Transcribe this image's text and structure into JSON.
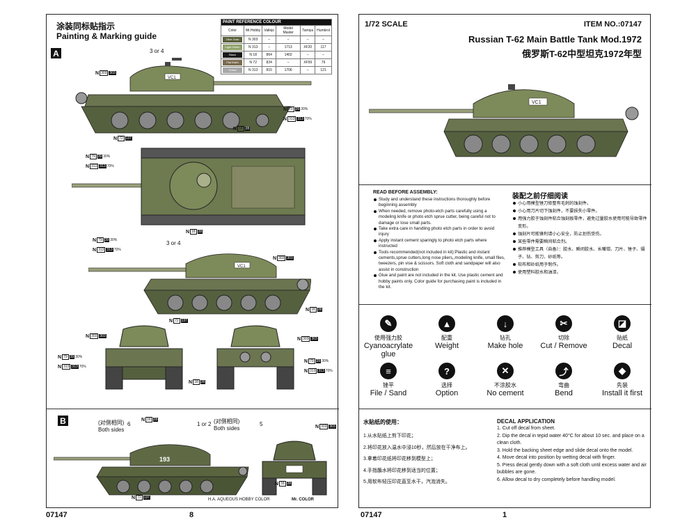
{
  "left": {
    "title_cn": "涂装同标贴指示",
    "title_en": "Painting & Marking guide",
    "section_a": "A",
    "section_b": "B",
    "paint_table": {
      "caption": "PAINT REFERENCE COLOUR",
      "headers": [
        "Color",
        "Mr.Hobby",
        "Vallejo",
        "Model Master",
        "Tamiya",
        "Humbrol"
      ],
      "rows": [
        {
          "swatch": "Olive Drab",
          "color": "#5a5f3a",
          "mrhobby": "N 303",
          "vallejo": "–",
          "mm": "–",
          "tamiya": "–",
          "humbrol": "–"
        },
        {
          "swatch": "Light Green",
          "color": "#8fa36a",
          "mrhobby": "N 313",
          "vallejo": "–",
          "mm": "1713",
          "tamiya": "XF20",
          "humbrol": "117"
        },
        {
          "swatch": "Black",
          "color": "#1a1a1a",
          "mrhobby": "N 18",
          "vallejo": "864",
          "mm": "1402",
          "tamiya": "–",
          "humbrol": "–"
        },
        {
          "swatch": "Flat Earth",
          "color": "#7a6a4f",
          "mrhobby": "N 72",
          "vallejo": "824",
          "mm": "–",
          "tamiya": "XF59",
          "humbrol": "79"
        },
        {
          "swatch": "Yellow",
          "color": "#a8a8a8",
          "mrhobby": "N 313",
          "vallejo": "815",
          "mm": "1706",
          "tamiya": "–",
          "humbrol": "121"
        }
      ]
    },
    "annotations": {
      "three_or_four": "3 or 4",
      "one_or_two": "1 or 2",
      "six": "6",
      "five": "5",
      "both_sides_cn": "(对侧相同)",
      "both_sides_en": "Both sides",
      "turret_number": "193",
      "brand1": "H.A. AQUEOUS HOBBY COLOR",
      "brand2": "Mr. COLOR"
    },
    "callouts": {
      "n303": {
        "n": "N",
        "a": "303",
        "b": "303"
      },
      "n79": {
        "n": "N",
        "a": "79",
        "b": "39",
        "pct": "30%"
      },
      "n313": {
        "n": "N",
        "a": "313",
        "b": "313",
        "pct": "70%"
      },
      "n18": {
        "n": "N",
        "a": "18",
        "b": "28"
      },
      "n72": {
        "n": "N",
        "a": "72",
        "b": "137"
      }
    },
    "footer_code": "07147",
    "footer_page": "8"
  },
  "right": {
    "scale": "1/72 SCALE",
    "item_no": "ITEM NO.:07147",
    "title_en": "Russian T-62 Main Battle Tank Mod.1972",
    "title_cn": "俄罗斯T-62中型坦克1972年型",
    "read_before_en": "READ BEFORE ASSEMBLY:",
    "read_before_cn": "装配之前仔细阅读",
    "assembly_en": [
      "Study and understand these instructions thoroughly before beginning assembly",
      "When needed, remove photo-etch parts carefully using a modeling knife or photo etch sprue cutter, being careful not to damage or lose small parts.",
      "Take extra care in handling photo etch parts in order to avoid injury",
      "Apply instant cement sparingly to photo etch parts where instructed",
      "Tools recommended(not included in kit):Plastic and instant cements,sprue cutters,long nose pliers,,modeling knife, small files, tweezers, pin vise & scissors. Soft cloth and sandpaper will also assist in construction",
      "Glue and paint are not included in the kit. Use plastic cement and hobby paints only. Color guide for purchasing paint is included in the kit."
    ],
    "assembly_cn": [
      "小心用模型锉刀修整有毛刺的蚀刻件。",
      "小心用刀片切下蚀刻件，不要损失小零件。",
      "用强力胶于蚀刻件粘合蚀刻板零件，避免过量胶水使用可能导致零件变形。",
      "蚀刻片可能锋利请小心安全，防止划伤受伤。",
      "某些零件需要瞬间粘合剂。",
      "推荐模型工具（自备）：胶水、瞬间胶水、长嘴钳、刀片、锉子、镊子、钻、剪刀、砂纸等。",
      "软布和砂纸用于制作。",
      "使用塑料胶水和油漆。"
    ],
    "symbols": [
      {
        "cn": "使用强力胶",
        "en": "Cyanoacrylate glue",
        "glyph": "✎",
        "icon": "glue-icon"
      },
      {
        "cn": "配重",
        "en": "Weight",
        "glyph": "▲",
        "icon": "weight-icon"
      },
      {
        "cn": "钻孔",
        "en": "Make hole",
        "glyph": "↓",
        "icon": "drill-icon"
      },
      {
        "cn": "切除",
        "en": "Cut / Remove",
        "glyph": "✂",
        "icon": "cut-icon"
      },
      {
        "cn": "贴纸",
        "en": "Decal",
        "glyph": "◪",
        "icon": "decal-icon"
      },
      {
        "cn": "锉平",
        "en": "File / Sand",
        "glyph": "≡",
        "icon": "file-icon"
      },
      {
        "cn": "选择",
        "en": "Option",
        "glyph": "?",
        "icon": "option-icon"
      },
      {
        "cn": "不涂胶水",
        "en": "No cement",
        "glyph": "✕",
        "icon": "no-cement-icon"
      },
      {
        "cn": "弯曲",
        "en": "Bend",
        "glyph": "⤴",
        "icon": "bend-icon"
      },
      {
        "cn": "先装",
        "en": "Install it first",
        "glyph": "◆",
        "icon": "install-first-icon"
      }
    ],
    "water_decal_cn_title": "水贴纸的使用：",
    "water_decal_cn": [
      "1.从水贴纸上剪下印花；",
      "2.将印花放入温水中浸10秒，然后放在干净布上。",
      "3.拿着印花纸将印花移到模型上；",
      "4.手指蘸水将印花移到适当的位置；",
      "5.用软布轻压印花直至水干，汽泡消失。"
    ],
    "decal_en_title": "DECAL APPLICATION",
    "decal_en": [
      "1. Cut off decal from sheet.",
      "2. Dip the decal in tepid water 40°C for about 10 sec. and place on a clean cloth.",
      "3. Hold the backing sheet edge and slide decal onto the model.",
      "4. Move decal into position by wetting decal with finger.",
      "5. Press decal gently down with a soft cloth until excess water and air bubbles are gone.",
      "6. Allow decal to dry completely before handling model."
    ],
    "footer_code": "07147",
    "footer_page": "1"
  }
}
